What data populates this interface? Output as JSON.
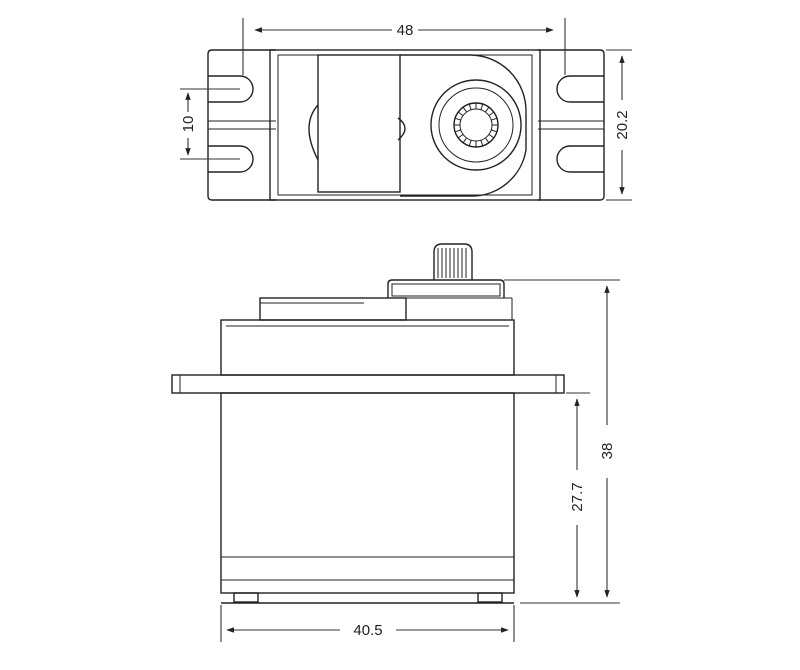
{
  "dimensions": {
    "top_width": "48",
    "top_hole_spacing": "10",
    "top_height": "20.2",
    "side_total_height": "38",
    "side_body_height": "27.7",
    "side_width": "40.5"
  },
  "colors": {
    "line": "#222222",
    "background": "#ffffff"
  }
}
